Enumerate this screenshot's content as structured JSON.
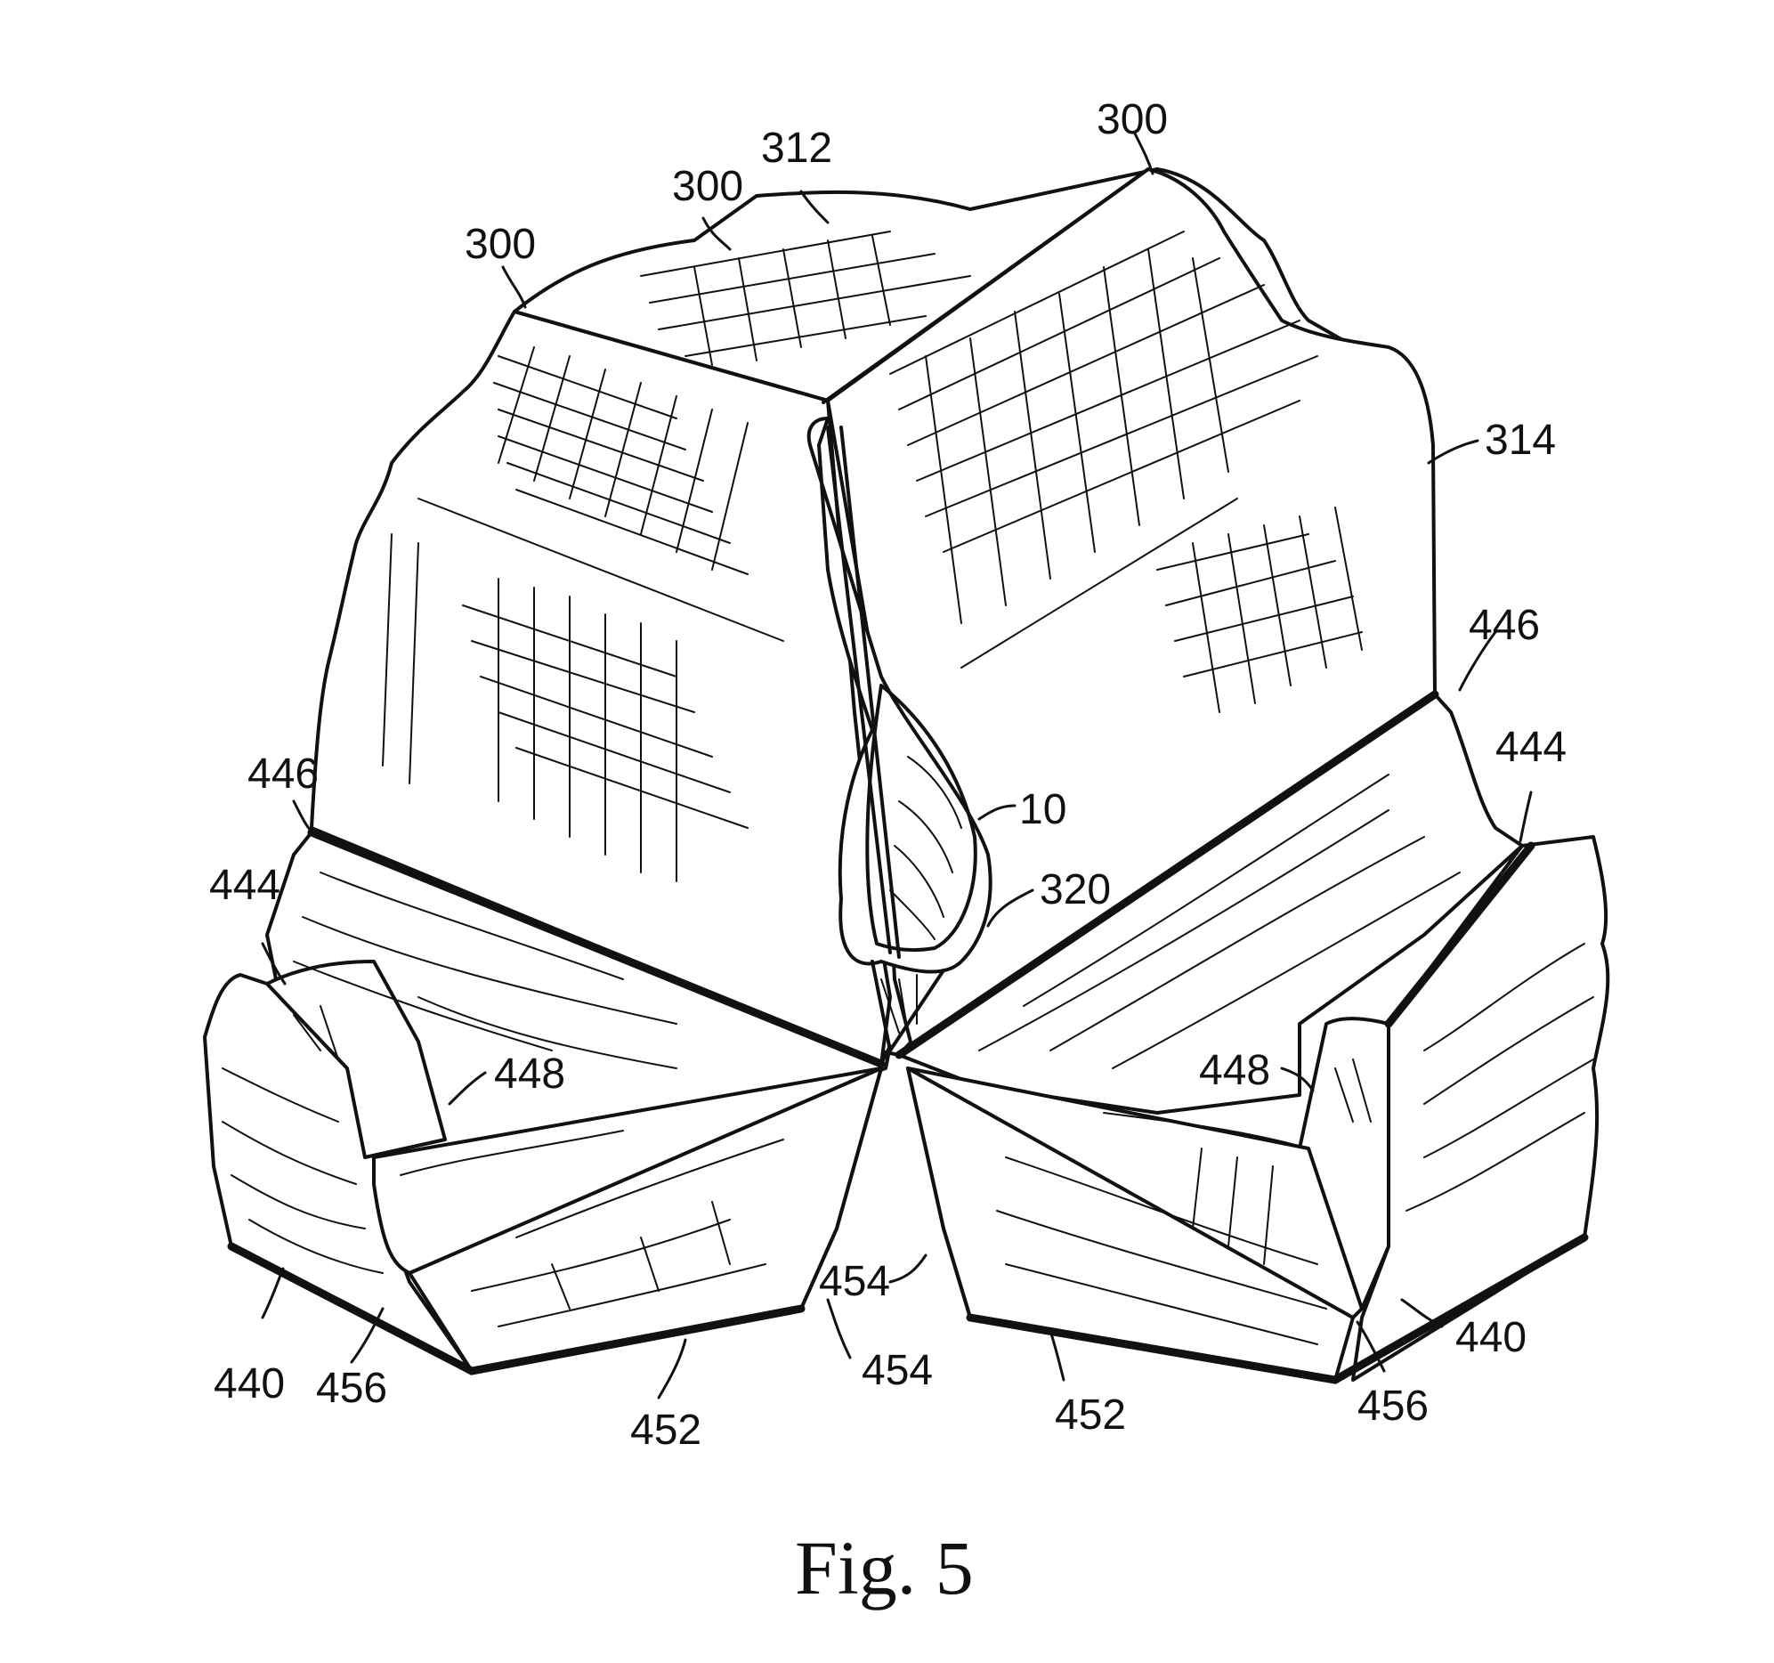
{
  "figure": {
    "caption": "Fig. 5",
    "labels": {
      "l300a": "300",
      "l300b": "300",
      "l300c": "300",
      "l312": "312",
      "l314": "314",
      "l10": "10",
      "l320": "320",
      "l446a": "446",
      "l446b": "446",
      "l444a": "444",
      "l444b": "444",
      "l448a": "448",
      "l448b": "448",
      "l440a": "440",
      "l440b": "440",
      "l456a": "456",
      "l456b": "456",
      "l452a": "452",
      "l452b": "452",
      "l454a": "454",
      "l454b": "454"
    }
  }
}
